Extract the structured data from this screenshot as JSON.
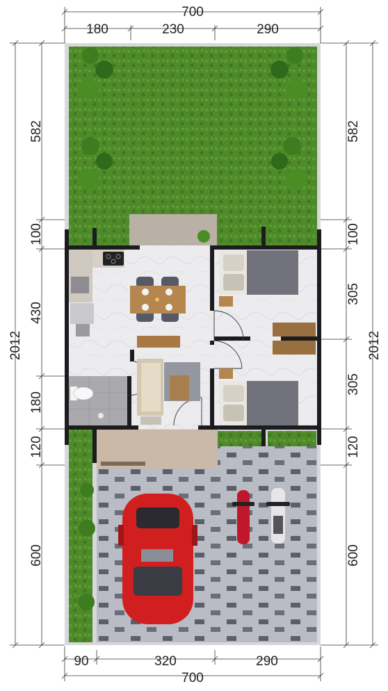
{
  "dimensions": {
    "top": {
      "total": "700",
      "segments": [
        "180",
        "230",
        "290"
      ]
    },
    "bottom": {
      "total": "700",
      "segments": [
        "90",
        "320",
        "290"
      ]
    },
    "left": {
      "total": "2012",
      "segments": [
        "582",
        "100",
        "430",
        "180",
        "120",
        "600"
      ]
    },
    "right": {
      "total": "2012",
      "segments": [
        "582",
        "100",
        "305",
        "305",
        "120",
        "600"
      ]
    }
  },
  "colors": {
    "lawn": "#4f8a2a",
    "wall": "#1c1c1f",
    "floor": "#e9e9ec",
    "terrace": "#c9b9a6",
    "driveway_light": "#b7bac2",
    "driveway_dark": "#5a5e68",
    "bed": "#7a7a84",
    "car": "#d11f1f",
    "wood": "#b5874e"
  },
  "icons": [
    "bed-icon",
    "dining-table-icon",
    "sofa-icon",
    "toilet-icon",
    "stove-icon",
    "car-icon",
    "motorcycle-icon",
    "plant-icon"
  ]
}
